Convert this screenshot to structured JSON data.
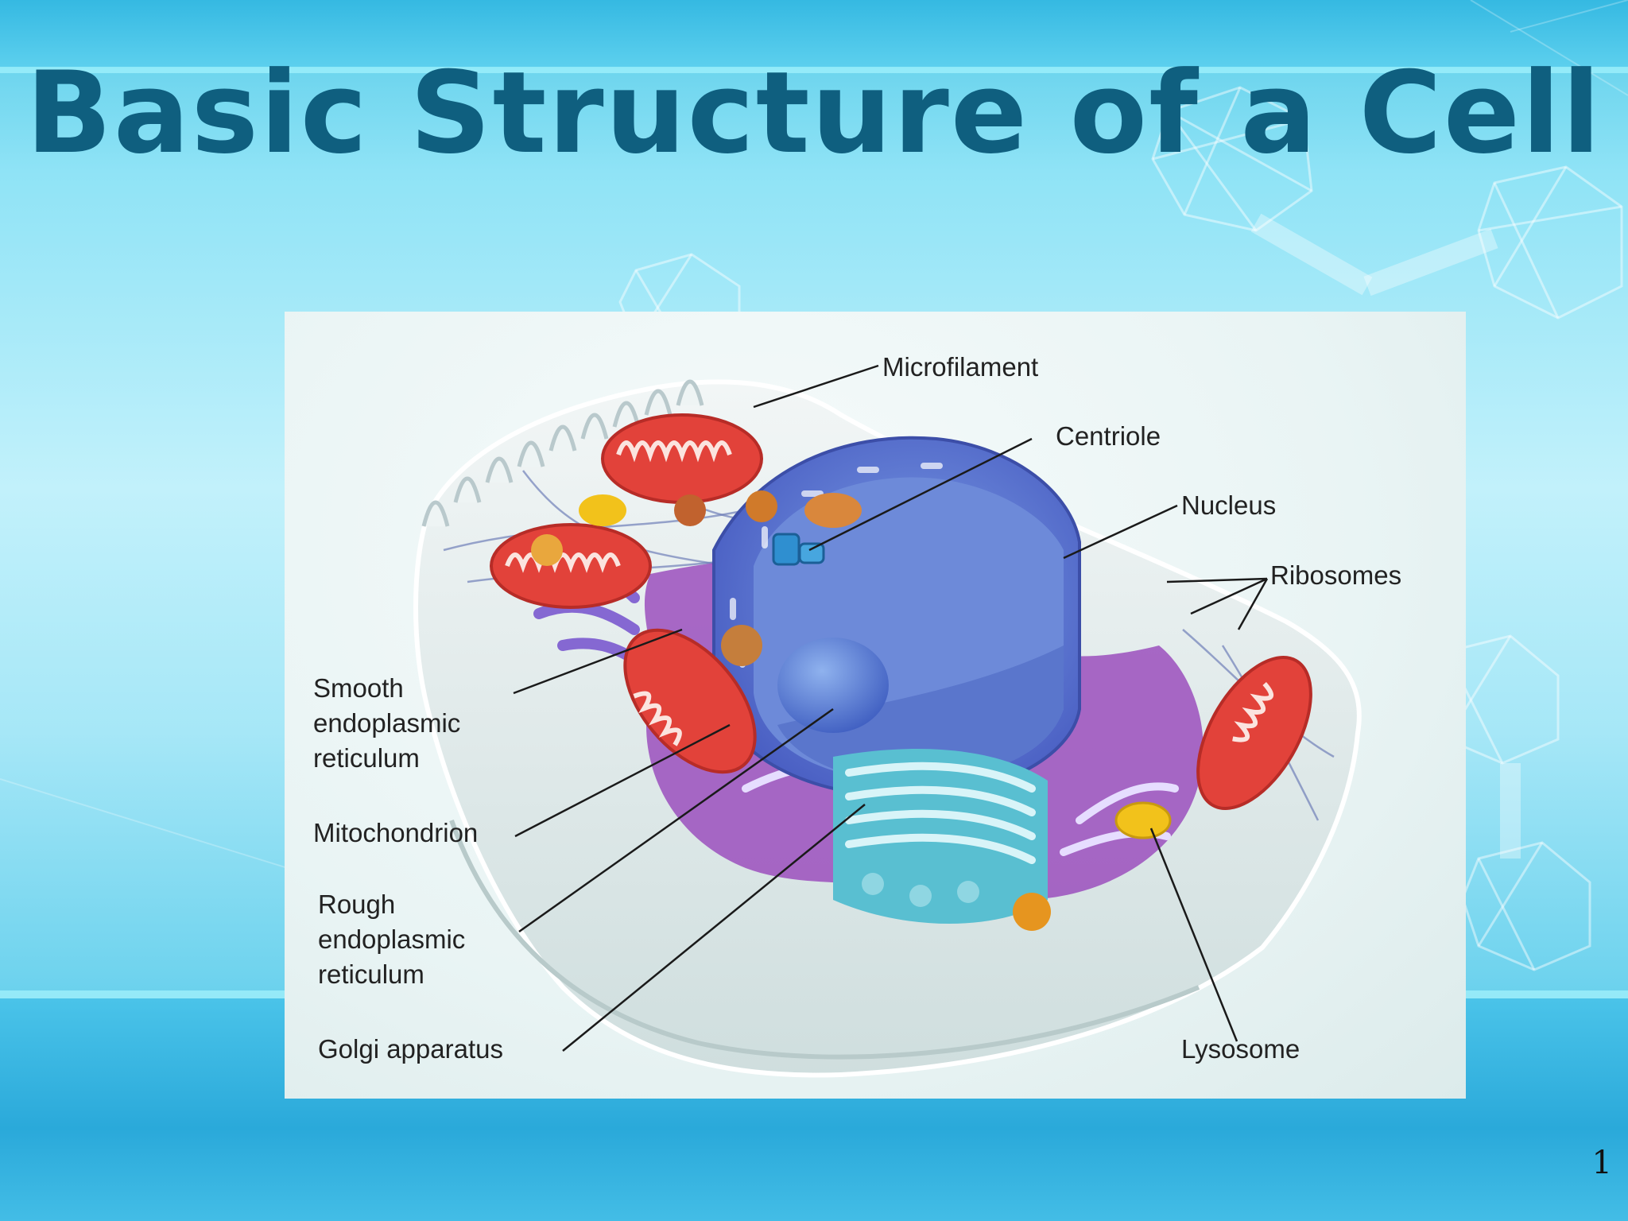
{
  "slide": {
    "title": "Basic Structure of a Cell",
    "page_number": "1"
  },
  "diagram": {
    "labels": {
      "microfilament": "Microfilament",
      "centriole": "Centriole",
      "nucleus": "Nucleus",
      "ribosomes": "Ribosomes",
      "smooth_er": [
        "Smooth",
        "endoplasmic",
        "reticulum"
      ],
      "mitochondrion": "Mitochondrion",
      "rough_er": [
        "Rough",
        "endoplasmic",
        "reticulum"
      ],
      "golgi": "Golgi apparatus",
      "lysosome": "Lysosome"
    }
  },
  "colors": {
    "title": "#0f5f7f",
    "nucleus": "#5b6fd0",
    "mitochondrion": "#e2423a",
    "golgi": "#4fb6c9",
    "er": "#8a4bb5",
    "lysosome": "#f2c21b"
  }
}
